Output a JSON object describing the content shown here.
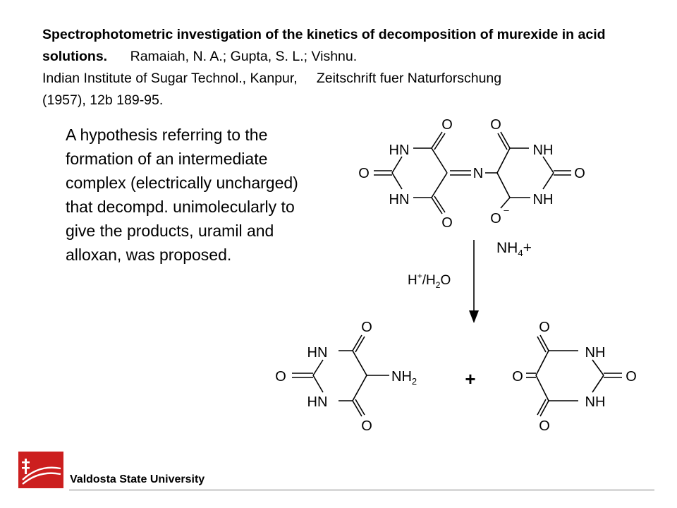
{
  "citation": {
    "title": "Spectrophotometric investigation of the kinetics of  decomposition  of murexide  in acid solutions.",
    "authors": "Ramaiah, N. A.; Gupta, S. L.; Vishnu.",
    "affiliation": "Indian Institute of Sugar Technol.,  Kanpur,",
    "journal": "Zeitschrift fuer Naturforschung",
    "year_pages": "(1957),  12b  189-95."
  },
  "body_text": "A hypothesis referring to the formation of an intermediate complex (electrically uncharged) that decompd. unimolecularly to give the products, uramil and alloxan, was proposed.",
  "scheme": {
    "reagent": "H",
    "reagent_sup": "+",
    "reagent_mid": "/H",
    "reagent_sub": "2",
    "reagent_end": "O",
    "counterion": "NH",
    "counterion_sub": "4",
    "counterion_sup": "+",
    "plus": "+",
    "minus": "–",
    "atom_HN": "HN",
    "atom_NH": "NH",
    "atom_O": "O",
    "atom_N": "N",
    "atom_NH2": "NH",
    "atom_NH2_sub": "2"
  },
  "footer": {
    "university": "Valdosta State University"
  },
  "colors": {
    "logo_red": "#cc1f1f",
    "rule": "#7a7a7a"
  }
}
